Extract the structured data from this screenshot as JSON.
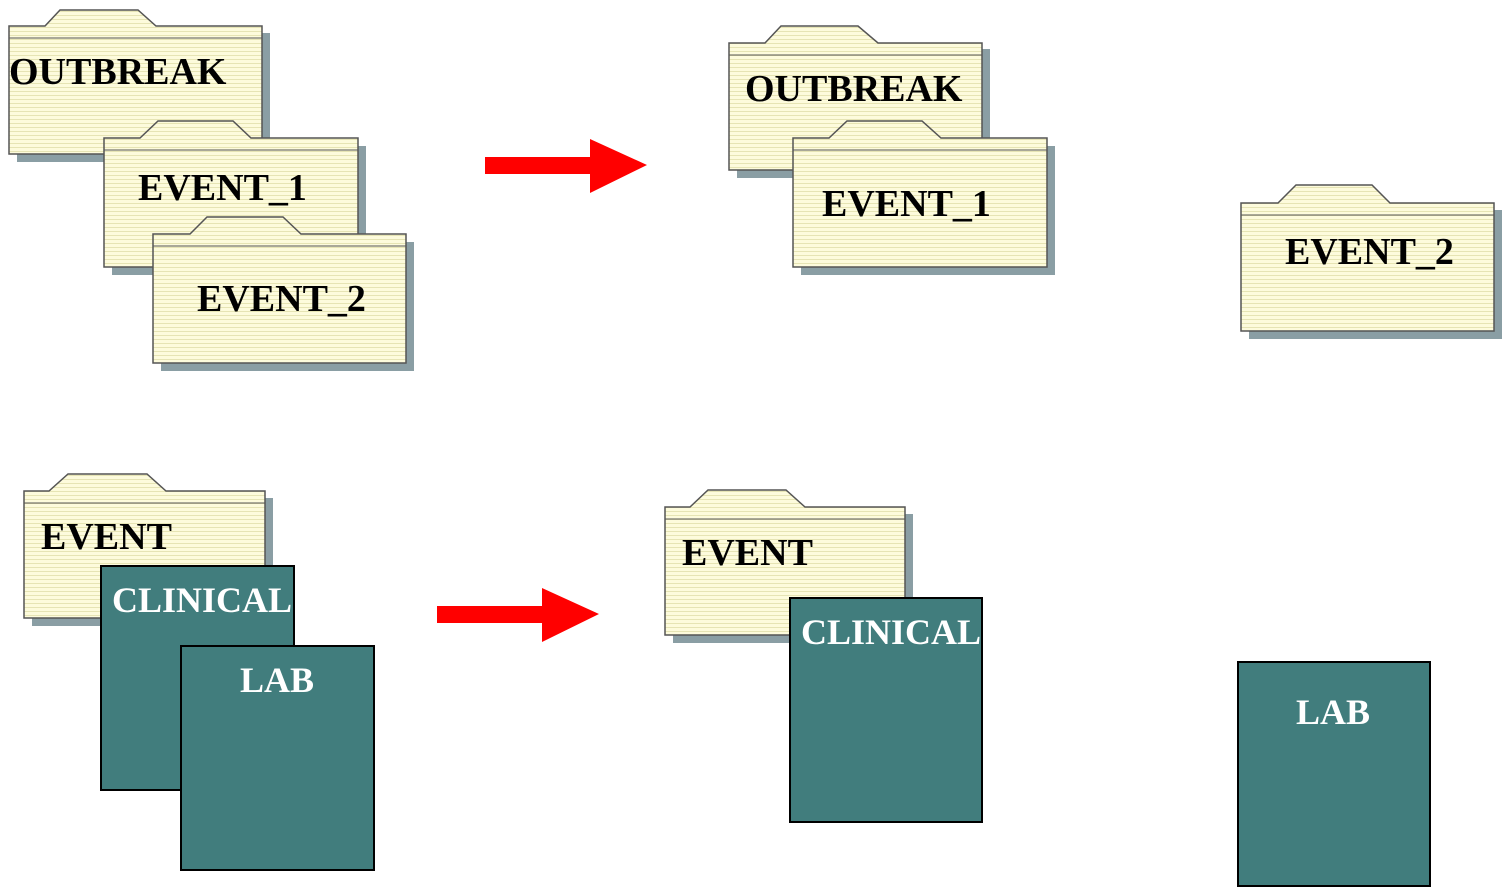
{
  "colors": {
    "folder_fill": "#fdfbdc",
    "folder_stripe": "#e6e4b4",
    "folder_shadow": "#8a9ea4",
    "folder_outline": "#555555",
    "doc_fill": "#417d7d",
    "doc_outline": "#000000",
    "arrow": "#ff0000",
    "background": "#ffffff"
  },
  "top_row": {
    "before": {
      "outbreak_label": "OUTBREAK",
      "event1_label": "EVENT_1",
      "event2_label": "EVENT_2"
    },
    "after": {
      "outbreak_label": "OUTBREAK",
      "event1_label": "EVENT_1",
      "event2_label": "EVENT_2"
    },
    "arrow_icon": "right-arrow-icon"
  },
  "bottom_row": {
    "before": {
      "event_label": "EVENT",
      "clinical_label": "CLINICAL",
      "lab_label": "LAB"
    },
    "after": {
      "event_label": "EVENT",
      "clinical_label": "CLINICAL",
      "lab_label": "LAB"
    },
    "arrow_icon": "right-arrow-icon"
  }
}
